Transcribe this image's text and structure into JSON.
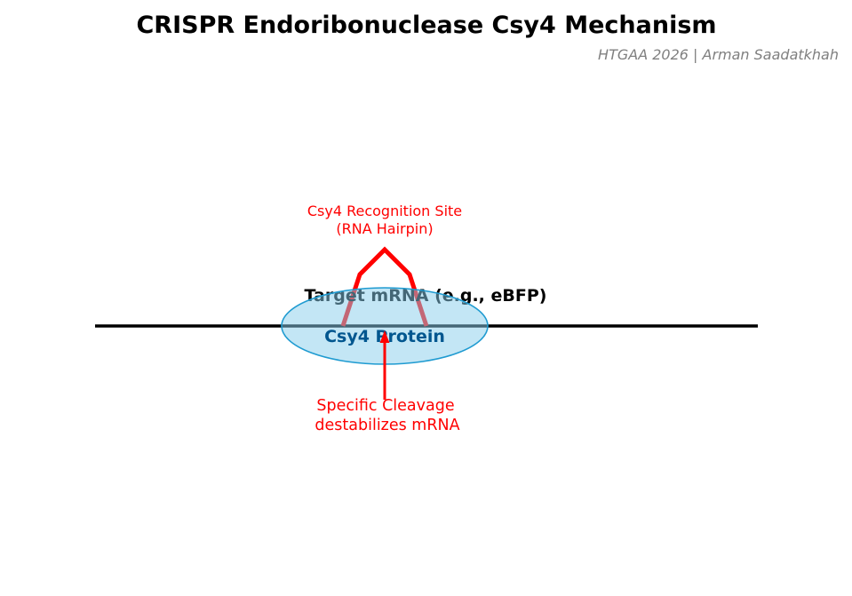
{
  "title": "CRISPR Endoribonuclease Csy4 Mechanism",
  "subtitle": "HTGAA 2026 | Arman Saadatkhah",
  "mrna": {
    "label": "Target mRNA (e.g., eBFP)"
  },
  "hairpin": {
    "label_line1": "Csy4 Recognition Site",
    "label_line2": "(RNA Hairpin)"
  },
  "protein": {
    "label": "Csy4 Protein"
  },
  "cleavage": {
    "label_line1": "Specific Cleavage",
    "label_line2": "destabilizes mRNA"
  },
  "colors": {
    "title": "#000000",
    "subtitle": "#808080",
    "mrna_line": "#000000",
    "hairpin": "#ff0000",
    "annotation": "#ff0000",
    "protein_fill": "#87ceeb",
    "protein_edge": "#1f9bd1",
    "protein_text": "#00568f"
  }
}
